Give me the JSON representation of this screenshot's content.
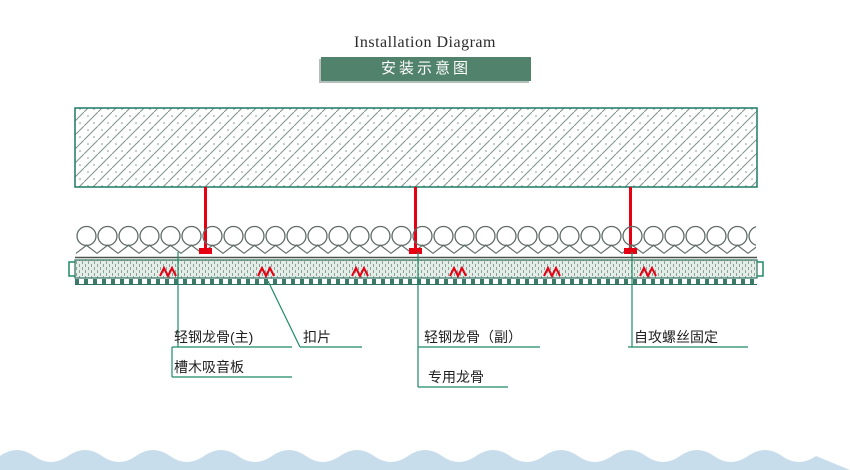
{
  "title_en": "Installation Diagram",
  "title_zh": "安装示意图",
  "labels": {
    "main_keel": "轻钢龙骨(主)",
    "buckle": "扣片",
    "sub_keel": "轻钢龙骨（副）",
    "special_keel": "专用龙骨",
    "screw_fix": "自攻螺丝固定",
    "panel": "槽木吸音板"
  },
  "colors": {
    "banner_green": "#51826b",
    "leader_green": "#1f8a66",
    "slab_outline_green": "#1b7a66",
    "hanger_red": "#e60012",
    "wave_blue": "#c8ddec"
  }
}
